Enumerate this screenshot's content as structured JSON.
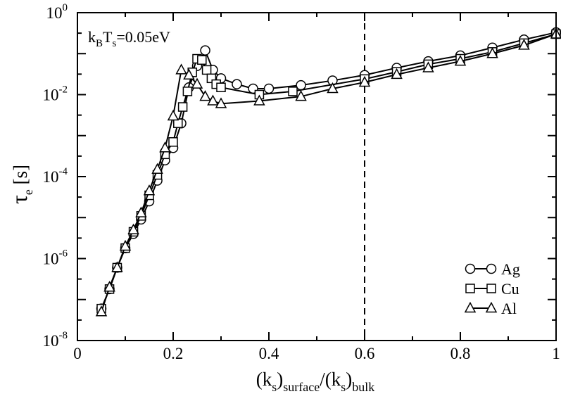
{
  "chart_data": {
    "type": "line",
    "title": "",
    "xlabel": {
      "open": "(k",
      "s1": "s",
      "mid1": ")",
      "surface": "surface",
      "slash": "/(k",
      "s2": "s",
      "mid2": ")",
      "bulk": "bulk"
    },
    "ylabel": {
      "tau": "τ",
      "e": "e",
      "unit": " [s]"
    },
    "xlim": [
      0,
      1
    ],
    "ylim": [
      1e-08,
      1
    ],
    "yscale": "log",
    "x_ticks": [
      {
        "value": 0,
        "label": "0"
      },
      {
        "value": 0.2,
        "label": "0.2"
      },
      {
        "value": 0.4,
        "label": "0.4"
      },
      {
        "value": 0.6,
        "label": "0.6"
      },
      {
        "value": 0.8,
        "label": "0.8"
      },
      {
        "value": 1,
        "label": "1"
      }
    ],
    "y_ticks": [
      {
        "value": 1e-08,
        "base": "10",
        "exp": "-8"
      },
      {
        "value": 1e-06,
        "base": "10",
        "exp": "-6"
      },
      {
        "value": 0.0001,
        "base": "10",
        "exp": "-4"
      },
      {
        "value": 0.01,
        "base": "10",
        "exp": "-2"
      },
      {
        "value": 1,
        "base": "10",
        "exp": "0"
      }
    ],
    "annotation": {
      "k": "k",
      "B": "B",
      "T": "T",
      "s": "s",
      "value": "=0.05eV"
    },
    "vline": {
      "x": 0.6,
      "style": "dashed"
    },
    "legend_position": "bottom-right",
    "series": [
      {
        "name": "Ag",
        "marker": "circle",
        "x": [
          0.05,
          0.067,
          0.083,
          0.1,
          0.117,
          0.133,
          0.15,
          0.167,
          0.183,
          0.2,
          0.217,
          0.233,
          0.25,
          0.267,
          0.283,
          0.3,
          0.333,
          0.367,
          0.4,
          0.467,
          0.533,
          0.6,
          0.667,
          0.733,
          0.8,
          0.867,
          0.933,
          1.0
        ],
        "y": [
          6e-08,
          1.8e-07,
          6e-07,
          1.8e-06,
          4e-06,
          9e-06,
          2.5e-05,
          8e-05,
          0.00025,
          0.0005,
          0.002,
          0.015,
          0.05,
          0.12,
          0.04,
          0.025,
          0.018,
          0.014,
          0.014,
          0.017,
          0.022,
          0.03,
          0.045,
          0.065,
          0.09,
          0.14,
          0.22,
          0.33
        ]
      },
      {
        "name": "Cu",
        "marker": "square",
        "x": [
          0.05,
          0.067,
          0.083,
          0.1,
          0.117,
          0.133,
          0.15,
          0.167,
          0.183,
          0.2,
          0.21,
          0.22,
          0.23,
          0.24,
          0.25,
          0.26,
          0.27,
          0.28,
          0.29,
          0.3,
          0.38,
          0.45,
          0.6,
          0.667,
          0.733,
          0.8,
          0.867,
          0.933,
          1.0
        ],
        "y": [
          6e-08,
          1.8e-07,
          6e-07,
          1.8e-06,
          4.5e-06,
          1.1e-05,
          3.5e-05,
          0.00011,
          0.00035,
          0.0007,
          0.002,
          0.005,
          0.012,
          0.035,
          0.075,
          0.07,
          0.04,
          0.025,
          0.018,
          0.015,
          0.01,
          0.012,
          0.024,
          0.036,
          0.055,
          0.075,
          0.11,
          0.18,
          0.3
        ]
      },
      {
        "name": "Al",
        "marker": "triangle",
        "x": [
          0.05,
          0.067,
          0.083,
          0.1,
          0.117,
          0.133,
          0.15,
          0.167,
          0.183,
          0.2,
          0.217,
          0.233,
          0.25,
          0.267,
          0.283,
          0.3,
          0.38,
          0.467,
          0.533,
          0.6,
          0.667,
          0.733,
          0.8,
          0.867,
          0.933,
          1.0
        ],
        "y": [
          5e-08,
          2e-07,
          6e-07,
          2e-06,
          5e-06,
          1.3e-05,
          4.5e-05,
          0.00015,
          0.0005,
          0.003,
          0.04,
          0.03,
          0.018,
          0.009,
          0.007,
          0.006,
          0.007,
          0.009,
          0.014,
          0.02,
          0.031,
          0.045,
          0.065,
          0.1,
          0.16,
          0.3
        ]
      }
    ]
  }
}
